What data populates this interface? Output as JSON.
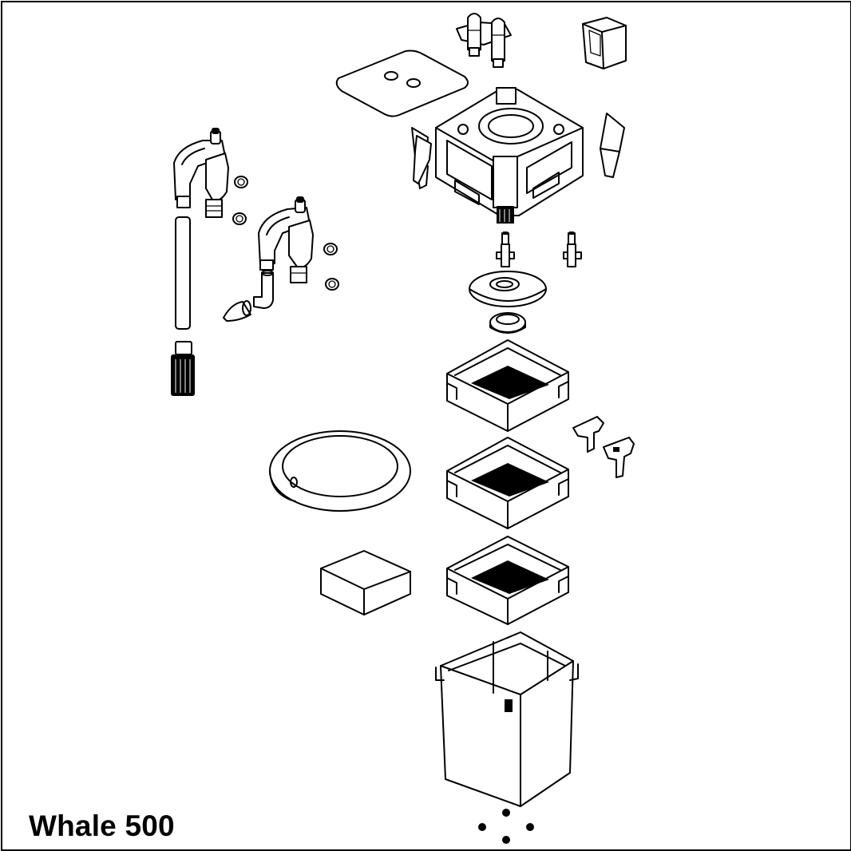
{
  "figure": {
    "caption": "Whale 500"
  },
  "parts": [
    {
      "name": "valve-coupling-block"
    },
    {
      "name": "top-gasket"
    },
    {
      "name": "impeller-cover"
    },
    {
      "name": "pump-head"
    },
    {
      "name": "locking-clip-left"
    },
    {
      "name": "locking-clip-right"
    },
    {
      "name": "inlet-valve-assembly"
    },
    {
      "name": "outlet-valve-assembly"
    },
    {
      "name": "intake-tube"
    },
    {
      "name": "intake-strainer"
    },
    {
      "name": "spray-elbow"
    },
    {
      "name": "spray-nozzle"
    },
    {
      "name": "suction-cups"
    },
    {
      "name": "impeller"
    },
    {
      "name": "impeller-gasket"
    },
    {
      "name": "impeller-bearing"
    },
    {
      "name": "filter-basket-top"
    },
    {
      "name": "filter-basket-middle"
    },
    {
      "name": "filter-basket-bottom"
    },
    {
      "name": "hose"
    },
    {
      "name": "basket-handles"
    },
    {
      "name": "filter-sponge"
    },
    {
      "name": "canister"
    },
    {
      "name": "rubber-feet"
    }
  ],
  "colors": {
    "line": "#000000",
    "background": "#ffffff"
  }
}
